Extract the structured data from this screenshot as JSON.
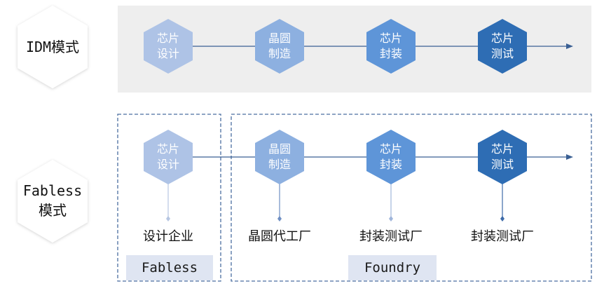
{
  "idm": {
    "label": "IDM模式",
    "steps": [
      {
        "line1": "芯片",
        "line2": "设计",
        "color": "#aec3e6"
      },
      {
        "line1": "晶圆",
        "line2": "制造",
        "color": "#8db0e0"
      },
      {
        "line1": "芯片",
        "line2": "封装",
        "color": "#5e95d8"
      },
      {
        "line1": "芯片",
        "line2": "测试",
        "color": "#2e6db4"
      }
    ]
  },
  "fabless": {
    "label_line1": "Fabless",
    "label_line2": "模式",
    "steps": [
      {
        "line1": "芯片",
        "line2": "设计",
        "color": "#aec3e6"
      },
      {
        "line1": "晶圆",
        "line2": "制造",
        "color": "#8db0e0"
      },
      {
        "line1": "芯片",
        "line2": "封装",
        "color": "#5e95d8"
      },
      {
        "line1": "芯片",
        "line2": "测试",
        "color": "#2e6db4"
      }
    ],
    "captions": [
      "设计企业",
      "晶圆代工厂",
      "封装测试厂",
      "封装测试厂"
    ],
    "tags": {
      "fabless": "Fabless",
      "foundry": "Foundry"
    }
  },
  "colors": {
    "panel_bg": "#eeeeee",
    "connector": "#3a5f93",
    "dashed_border": "#4a6ea0",
    "tag_bg": "#dfe5f2"
  }
}
